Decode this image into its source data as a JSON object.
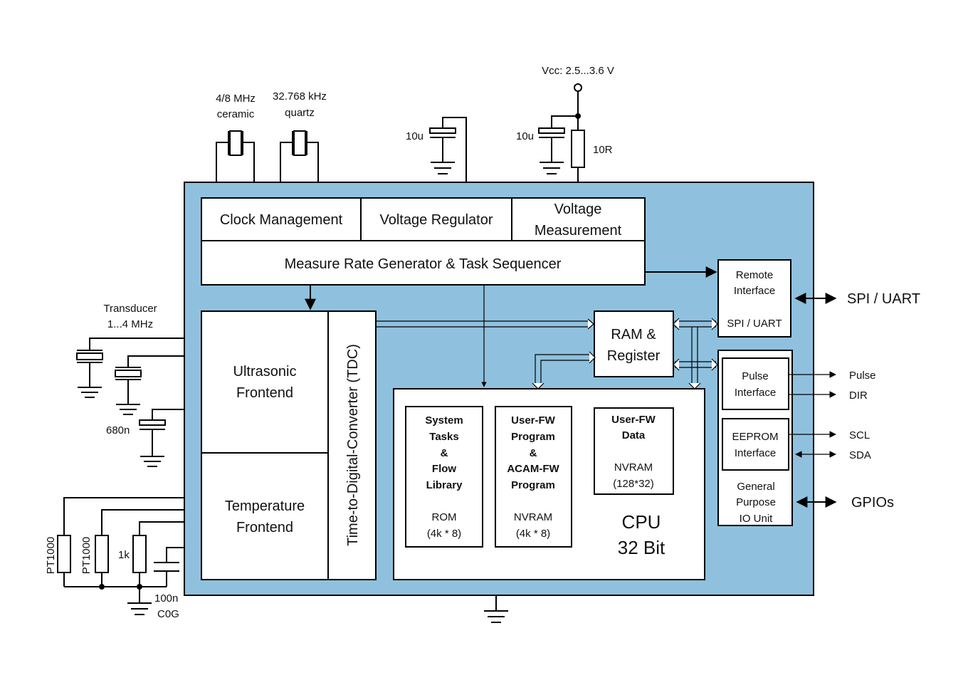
{
  "supply": {
    "vcc": "Vcc: 2.5...3.6 V",
    "cap1": "10u",
    "cap2": "10u",
    "res": "10R"
  },
  "clocks": {
    "ceramic_l1": "4/8 MHz",
    "ceramic_l2": "ceramic",
    "quartz_l1": "32.768 kHz",
    "quartz_l2": "quartz"
  },
  "blocks": {
    "clock_mgmt": "Clock Management",
    "volt_reg": "Voltage Regulator",
    "volt_meas_l1": "Voltage",
    "volt_meas_l2": "Measurement",
    "sequencer": "Measure Rate Generator & Task Sequencer",
    "ultrasonic_l1": "Ultrasonic",
    "ultrasonic_l2": "Frontend",
    "temperature_l1": "Temperature",
    "temperature_l2": "Frontend",
    "tdc": "Time-to-Digital-Converter (TDC)",
    "ram_l1": "RAM &",
    "ram_l2": "Register",
    "remote_l1": "Remote",
    "remote_l2": "Interface",
    "remote_l3": "SPI / UART",
    "pulse_l1": "Pulse",
    "pulse_l2": "Interface",
    "eeprom_l1": "EEPROM",
    "eeprom_l2": "Interface",
    "gpio_l1": "General",
    "gpio_l2": "Purpose",
    "gpio_l3": "IO Unit",
    "cpu_l1": "CPU",
    "cpu_l2": "32 Bit"
  },
  "memory": {
    "sys_l1": "System",
    "sys_l2": "Tasks",
    "sys_l3": "&",
    "sys_l4": "Flow",
    "sys_l5": "Library",
    "sys_type": "ROM",
    "sys_size": "(4k * 8)",
    "ufw_l1": "User-FW",
    "ufw_l2": "Program",
    "ufw_l3": "&",
    "ufw_l4": "ACAM-FW",
    "ufw_l5": "Program",
    "ufw_type": "NVRAM",
    "ufw_size": "(4k * 8)",
    "ufd_l1": "User-FW",
    "ufd_l2": "Data",
    "ufd_type": "NVRAM",
    "ufd_size": "(128*32)"
  },
  "external": {
    "spi_uart": "SPI / UART",
    "pulse": "Pulse",
    "dir": "DIR",
    "scl": "SCL",
    "sda": "SDA",
    "gpios": "GPIOs",
    "transducer_l1": "Transducer",
    "transducer_l2": "1...4 MHz",
    "cap680": "680n",
    "pt1000_a": "PT1000",
    "pt1000_b": "PT1000",
    "r1k": "1k",
    "cap100_l1": "100n",
    "cap100_l2": "C0G"
  },
  "colors": {
    "chip_fill": "#8fc1de",
    "box_fill": "#ffffff",
    "line": "#000000"
  }
}
